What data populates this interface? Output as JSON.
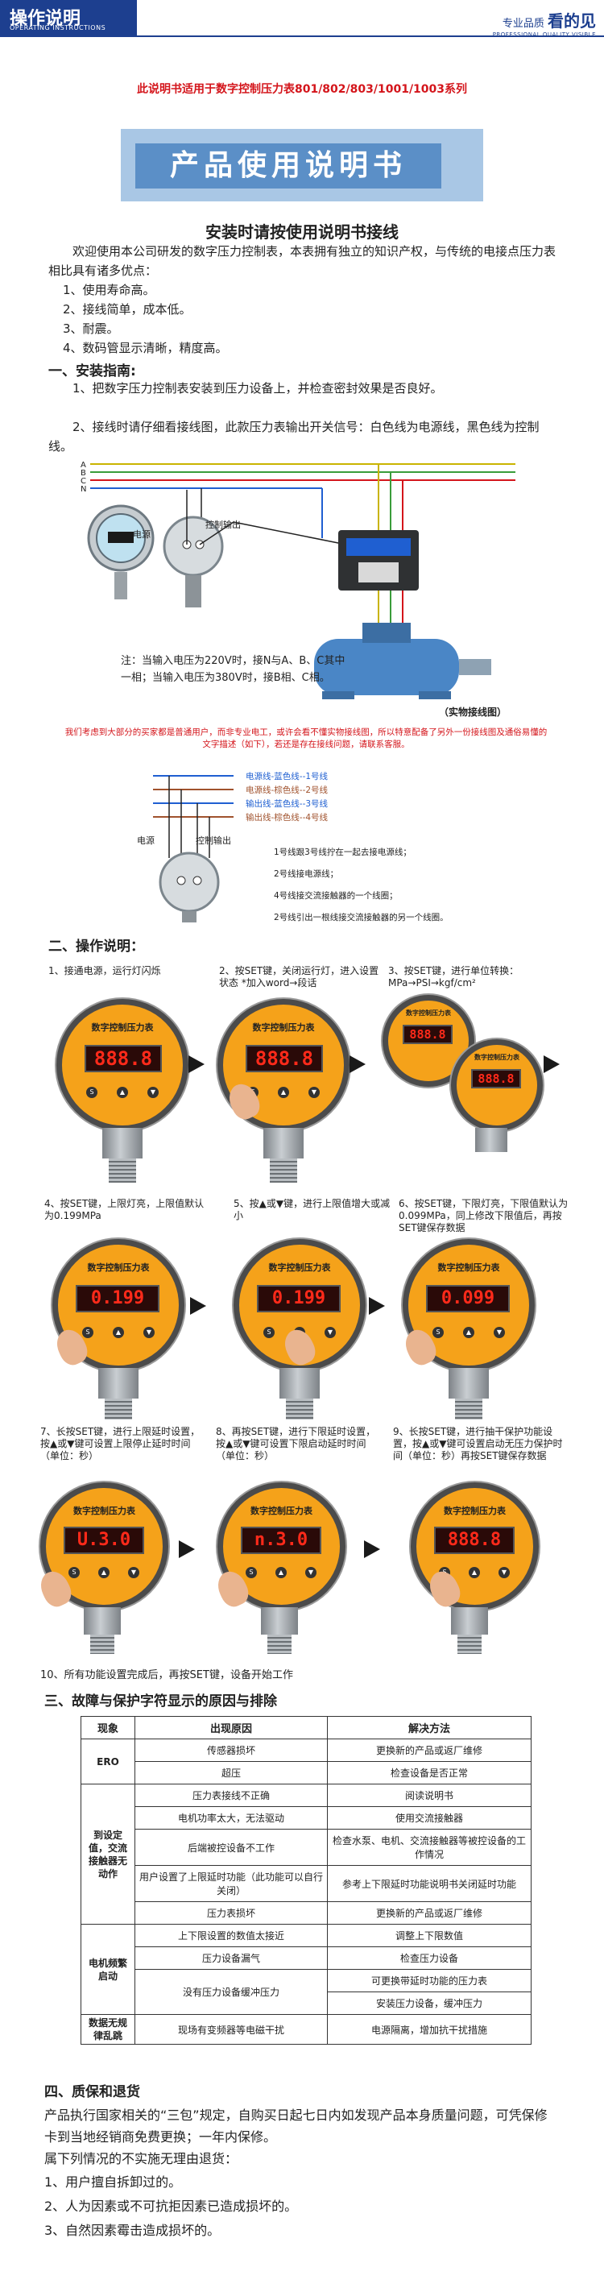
{
  "header": {
    "title": "操作说明",
    "subtitle": "OPERATING INSTRUCTIONS",
    "brand_prefix": "专业品质",
    "brand_name": "看的见",
    "brand_en": "PROFESSIONAL QUALITY VISIBLE"
  },
  "applicability": "此说明书适用于数字控制压力表801/802/803/1001/1003系列",
  "banner_title": "产品使用说明书",
  "install_heading": "安装时请按使用说明书接线",
  "intro": "欢迎使用本公司研发的数字压力控制表，本表拥有独立的知识产权，与传统的电接点压力表相比具有诸多优点：",
  "features": [
    "1、使用寿命高。",
    "2、接线简单，成本低。",
    "3、耐震。",
    "4、数码管显示清晰，精度高。"
  ],
  "sec1_title": "一、安装指南:",
  "install_steps": [
    "1、把数字压力控制表安装到压力设备上，并检查密封效果是否良好。",
    "2、接线时请仔细看接线图，此款压力表输出开关信号：白色线为电源线，黑色线为控制线。"
  ],
  "wiring": {
    "phase_labels": [
      "A",
      "B",
      "C",
      "N"
    ],
    "power_label": "电源",
    "control_label": "控制输出",
    "note": "注：当输入电压为220V时，接N与A、B、C其中一相；当输入电压为380V时，接B相、C相。",
    "motor_caption": "（实物接线图）"
  },
  "red_note": "我们考虑到大部分的买家都是普通用户，而非专业电工，或许会看不懂实物接线图，所以特意配备了另外一份接线图及通俗易懂的文字描述（如下），若还是存在接线问题，请联系客服。",
  "wire_colors": [
    {
      "text": "电源线-蓝色线--1号线",
      "color": "#1f5fd1"
    },
    {
      "text": "电源线-棕色线--2号线",
      "color": "#a0522d"
    },
    {
      "text": "输出线-蓝色线--3号线",
      "color": "#1f5fd1"
    },
    {
      "text": "输出线-棕色线--4号线",
      "color": "#a0522d"
    }
  ],
  "wire_notes": [
    "1号线跟3号线拧在一起去接电源线；",
    "2号线接电源线；",
    "4号线接交流接触器的一个线圈；",
    "2号线引出一根线接交流接触器的另一个线圈。"
  ],
  "sec2_title": "二、操作说明：",
  "gauge_label": "数字控制压力表",
  "ops": [
    {
      "text": "1、接通电源，运行灯闪烁",
      "display": "888.8"
    },
    {
      "text": "2、按SET键，关闭运行灯，进入设置状态 *加入word→段话",
      "display": "888.8"
    },
    {
      "text": "3、按SET键，进行单位转换：MPa→PSI→kgf/cm²",
      "display": "888.8"
    },
    {
      "text": "4、按SET键，上限灯亮，上限值默认为0.199MPa",
      "display": "0.199"
    },
    {
      "text": "5、按▲或▼键，进行上限值增大或减小",
      "display": "0.199"
    },
    {
      "text": "6、按SET键，下限灯亮，下限值默认为0.099MPa，同上修改下限值后，再按SET键保存数据",
      "display": "0.099"
    },
    {
      "text": "7、长按SET键，进行上限延时设置，按▲或▼键可设置上限停止延时时间（单位：秒）",
      "display": "U.3.0"
    },
    {
      "text": "8、再按SET键，进行下限延时设置，按▲或▼键可设置下限启动延时时间（单位：秒）",
      "display": "n.3.0"
    },
    {
      "text": "9、长按SET键，进行抽干保护功能设置，按▲或▼键可设置启动无压力保护时间（单位：秒）再按SET键保存数据",
      "display": "888.8"
    }
  ],
  "ops_final": "10、所有功能设置完成后，再按SET键，设备开始工作",
  "sec3_title": "三、故障与保护字符显示的原因与排除",
  "fault_table": {
    "headers": [
      "现象",
      "出现原因",
      "解决方法"
    ],
    "groups": [
      {
        "phenomenon": "ERO",
        "rows": [
          [
            "传感器损坏",
            "更换新的产品或返厂维修"
          ],
          [
            "超压",
            "检查设备是否正常"
          ]
        ]
      },
      {
        "phenomenon": "到设定值，交流接触器无动作",
        "rows": [
          [
            "压力表接线不正确",
            "阅读说明书"
          ],
          [
            "电机功率太大，无法驱动",
            "使用交流接触器"
          ],
          [
            "后端被控设备不工作",
            "检查水泵、电机、交流接触器等被控设备的工作情况"
          ],
          [
            "用户设置了上限延时功能（此功能可以自行关闭）",
            "参考上下限延时功能说明书关闭延时功能"
          ],
          [
            "压力表损坏",
            "更换新的产品或返厂维修"
          ]
        ]
      },
      {
        "phenomenon": "电机频繁启动",
        "rows": [
          [
            "上下限设置的数值太接近",
            "调整上下限数值"
          ],
          [
            "压力设备漏气",
            "检查压力设备"
          ],
          [
            "没有压力设备缓冲压力",
            "可更换带延时功能的压力表"
          ],
          [
            "",
            "安装压力设备，缓冲压力"
          ]
        ]
      },
      {
        "phenomenon": "数据无规律乱跳",
        "rows": [
          [
            "现场有变频器等电磁干扰",
            "电源隔离，增加抗干扰措施"
          ]
        ]
      }
    ]
  },
  "sec4_title": "四、质保和退货",
  "warranty": "产品执行国家相关的“三包”规定，自购买日起七日内如发现产品本身质量问题，可凭保修卡到当地经销商免费更换；一年内保修。",
  "warranty_exclusions_intro": "属下列情况的不实施无理由退货：",
  "exclusions": [
    "1、用户擅自拆卸过的。",
    "2、人为因素或不可抗拒因素已造成损坏的。",
    "3、自然因素霉击造成损坏的。"
  ],
  "colors": {
    "brand_blue": "#1d3f8f",
    "accent_red": "#d4151b",
    "gauge_orange": "#f5a21a",
    "banner_blue": "#5b8fc7"
  }
}
